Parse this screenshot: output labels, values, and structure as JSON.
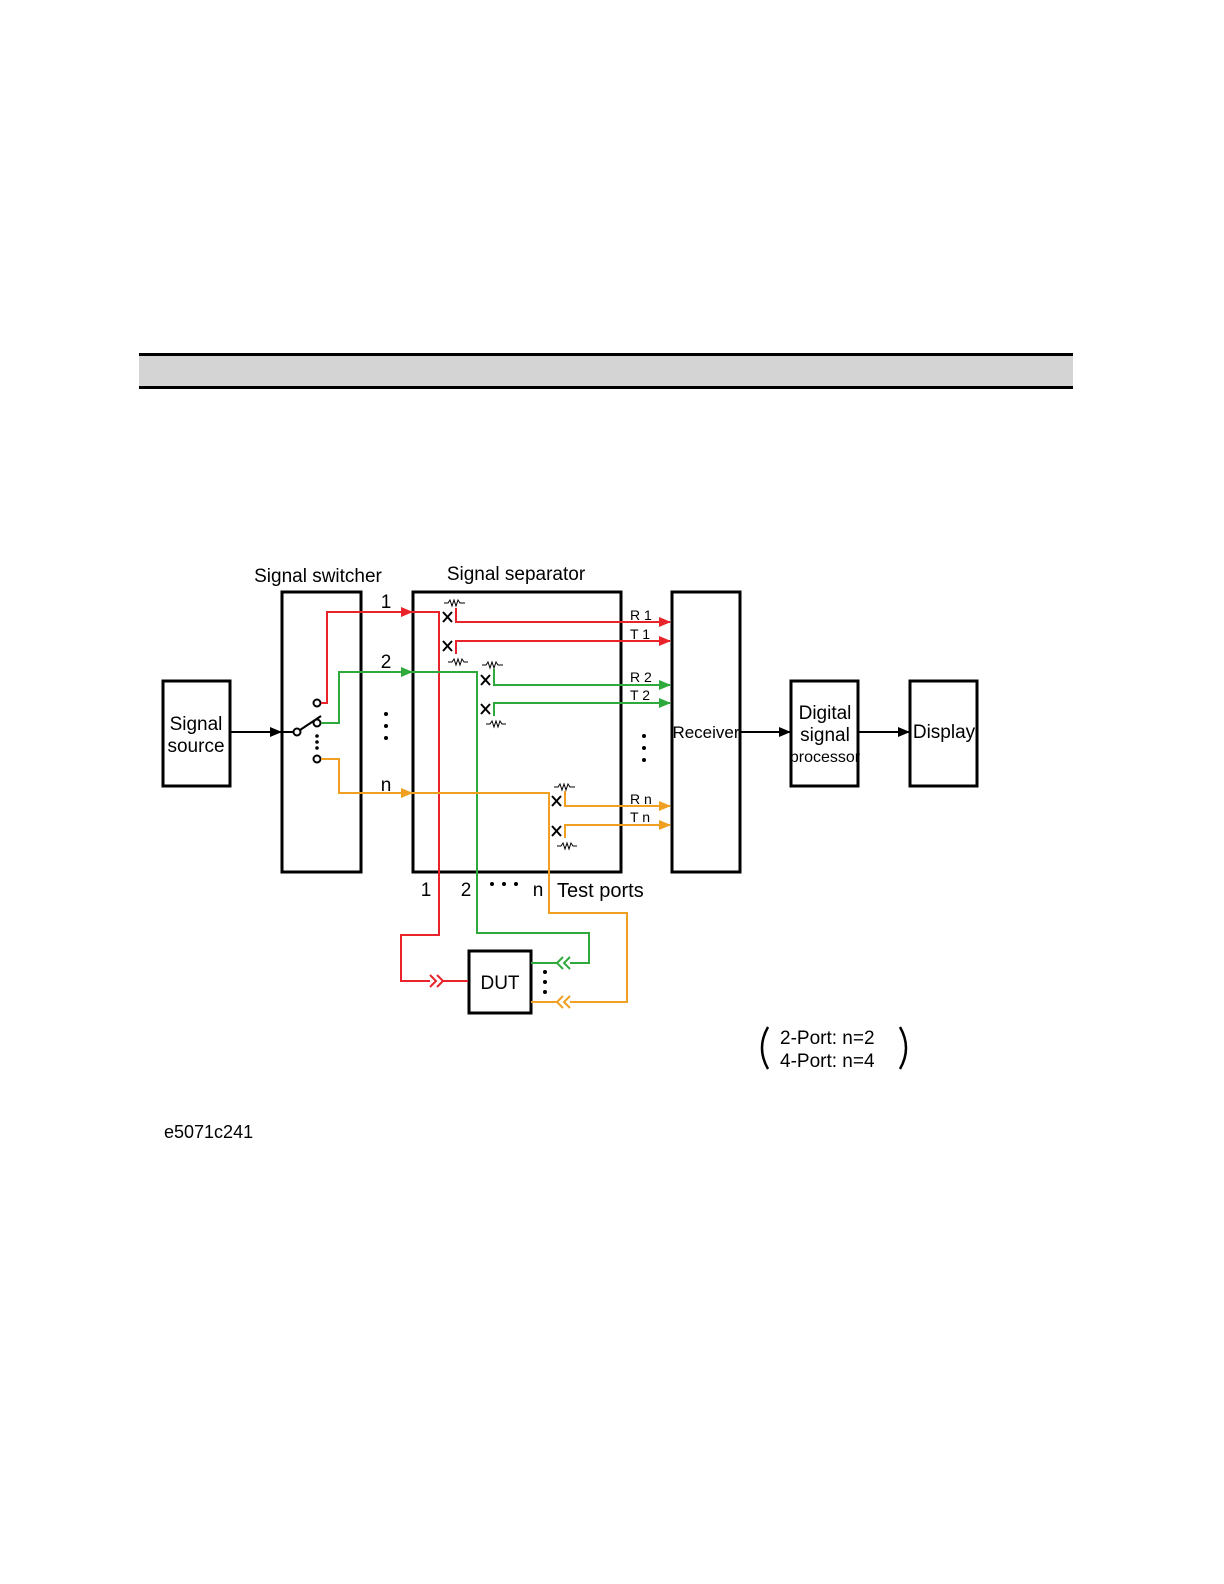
{
  "header": {
    "title": ""
  },
  "diagram": {
    "signal_source": [
      "Signal",
      "source"
    ],
    "signal_switcher": "Signal switcher",
    "signal_separator": "Signal separator",
    "receiver": "Receiver",
    "dsp": [
      "Digital",
      "signal",
      "processor"
    ],
    "display": "Display",
    "dut": "DUT",
    "switch_labels": [
      "1",
      "2",
      "n"
    ],
    "port_labels": [
      "1",
      "2",
      "n"
    ],
    "test_ports": "Test ports",
    "receiver_inputs": [
      "R 1",
      "T 1",
      "R 2",
      "T 2",
      "R n",
      "T n"
    ],
    "note_lines": [
      "2-Port: n=2",
      "4-Port: n=4"
    ],
    "colors": {
      "port1": "#e8232a",
      "port2": "#2eaa3c",
      "portn": "#f0a020",
      "line": "#000000"
    }
  },
  "figure_id": "e5071c241"
}
